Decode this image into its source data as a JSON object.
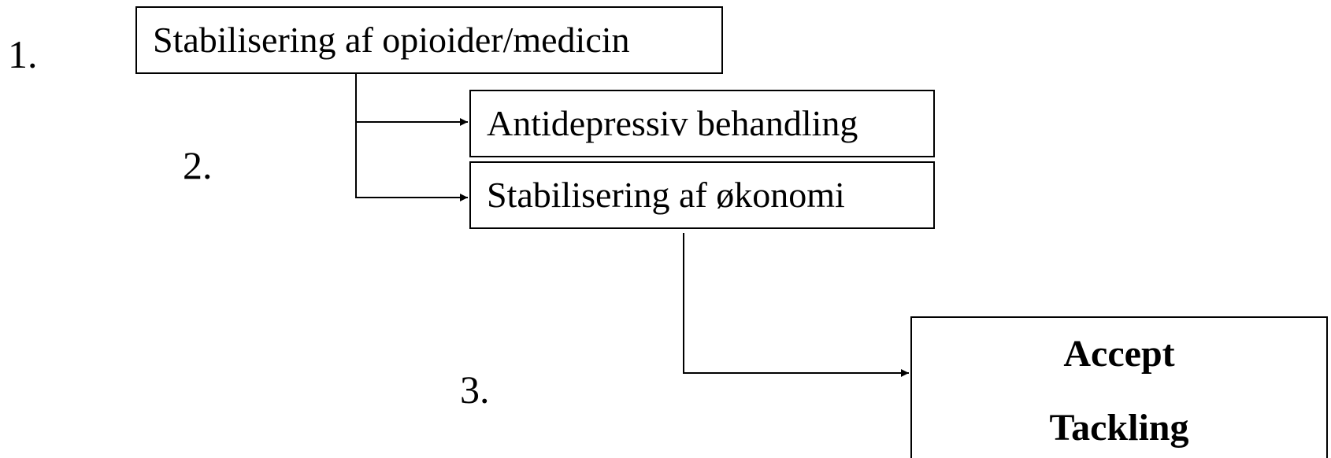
{
  "steps": [
    "1.",
    "2.",
    "3."
  ],
  "boxes": {
    "opioider": "Stabilisering af opioider/medicin",
    "antidepressiv": "Antidepressiv behandling",
    "okonomi": "Stabilisering af økonomi"
  },
  "final": {
    "line1": "Accept",
    "line2": "Tackling"
  }
}
